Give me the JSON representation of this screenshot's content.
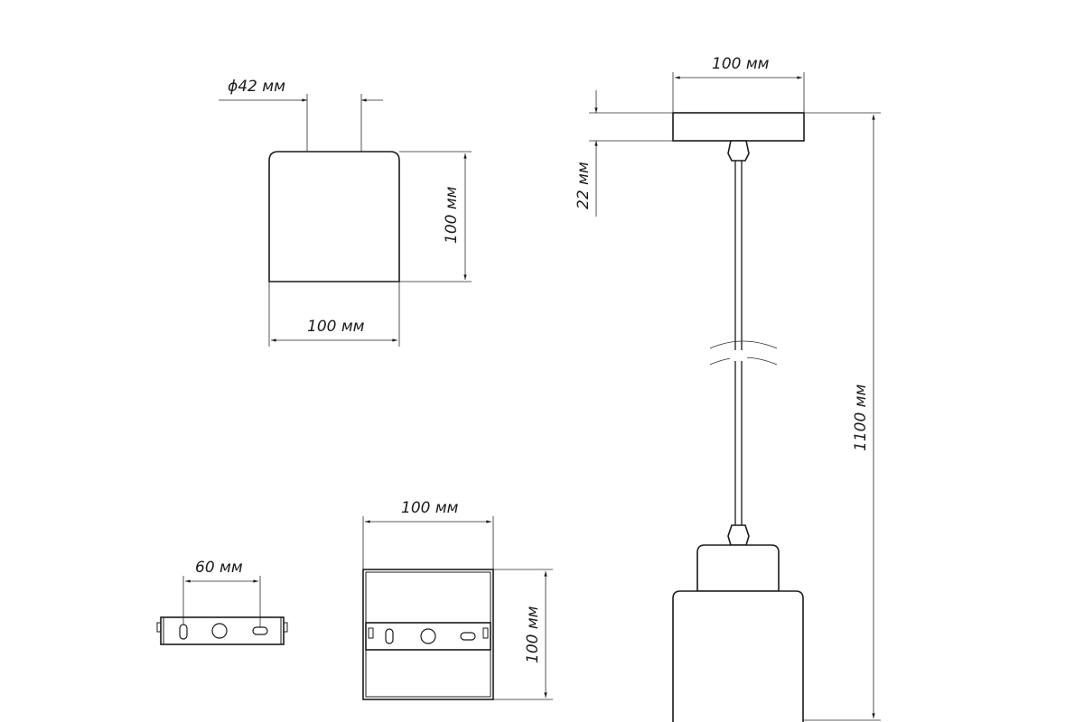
{
  "diagram": {
    "top_view": {
      "diameter_label": "ϕ42 мм",
      "height_label": "100 мм",
      "width_label": "100 мм"
    },
    "side_view": {
      "canopy_width_label": "100 мм",
      "canopy_height_label": "22 мм",
      "total_height_label": "1100 мм"
    },
    "bracket_view": {
      "hole_spacing_label": "60 мм"
    },
    "canopy_bottom_view": {
      "width_label": "100 мм",
      "height_label": "100 мм"
    }
  }
}
